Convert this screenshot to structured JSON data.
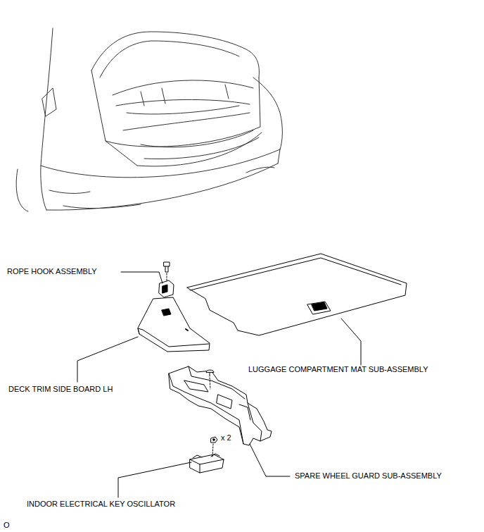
{
  "diagram": {
    "labels": [
      "ROPE HOOK ASSEMBLY",
      "LUGGAGE COMPARTMENT MAT SUB-ASSEMBLY",
      "DECK TRIM SIDE BOARD LH",
      "x 2",
      "SPARE WHEEL GUARD SUB-ASSEMBLY",
      "INDOOR ELECTRICAL KEY OSCILLATOR",
      "O"
    ]
  }
}
